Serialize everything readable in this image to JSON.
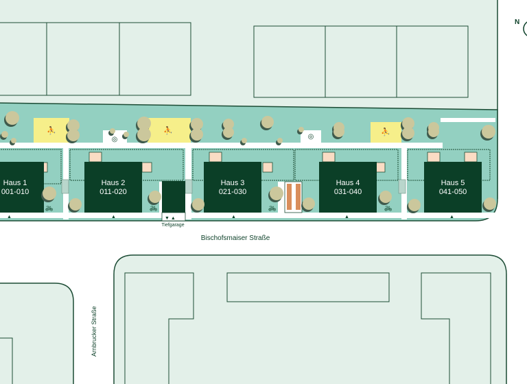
{
  "compass": {
    "label": "N"
  },
  "houses": [
    {
      "name": "Haus 1",
      "units": "001-010"
    },
    {
      "name": "Haus 2",
      "units": "011-020"
    },
    {
      "name": "Haus 3",
      "units": "021-030"
    },
    {
      "name": "Haus 4",
      "units": "031-040"
    },
    {
      "name": "Haus 5",
      "units": "041-050"
    }
  ],
  "labels": {
    "garage": "Tiefgarage",
    "street_main": "Bischofsmaiser Straße",
    "street_side": "Arnbrucker Straße"
  },
  "colors": {
    "background_block": "#e3f0e9",
    "garden": "#93d0c1",
    "building": "#0b3f27",
    "tree": "#cbc79c",
    "tree_shadow": "#3f5a4c",
    "playground": "#f6ef8a",
    "terrace": "#fadcc4",
    "bench": "#d98e5c",
    "outline": "#1b4b34"
  }
}
